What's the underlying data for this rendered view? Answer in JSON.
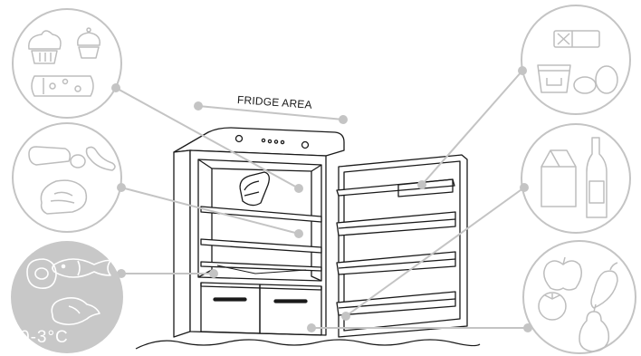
{
  "diagram": {
    "fridge_area_label": "FRIDGE AREA",
    "chill_zone_temperature": "0-3°C",
    "colors": {
      "outline": "#1a1a1a",
      "callout_line": "#c4c4c4",
      "icon_stroke": "#bdbdbd",
      "chill_zone_fill": "#c8c8c8"
    },
    "callouts": [
      {
        "zone": "top-left",
        "icons": [
          "muffin-icon",
          "cupcake-icon",
          "cheese-icon"
        ]
      },
      {
        "zone": "middle-left",
        "icons": [
          "salami-icon",
          "sausage-icon",
          "ham-icon"
        ]
      },
      {
        "zone": "bottom-left",
        "icons": [
          "fish-icon",
          "steak-icon",
          "chicken-icon"
        ]
      },
      {
        "zone": "top-right",
        "icons": [
          "butter-icon",
          "yogurt-icon",
          "egg-icon"
        ]
      },
      {
        "zone": "middle-right",
        "icons": [
          "milk-carton-icon",
          "bottle-icon"
        ]
      },
      {
        "zone": "bottom-right",
        "icons": [
          "apple-icon",
          "pepper-icon",
          "tomato-icon",
          "pear-icon"
        ]
      }
    ]
  }
}
